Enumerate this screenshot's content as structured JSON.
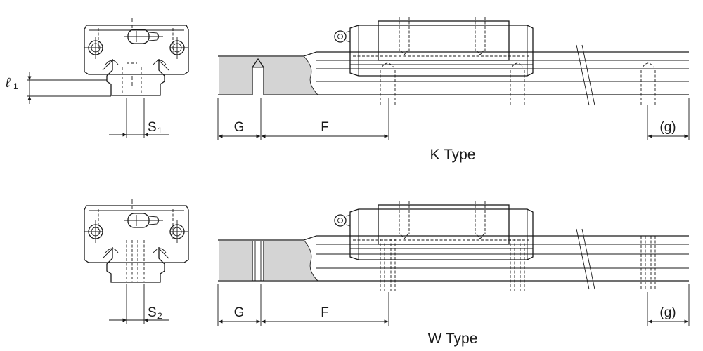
{
  "diagrams": [
    {
      "id": "k",
      "type_label": "K Type",
      "section": {
        "height_label": "ℓ",
        "height_sub": "1",
        "offset_label": "S",
        "offset_sub": "1"
      },
      "side": {
        "start_label": "G",
        "pitch_label": "F",
        "end_label": "(g)"
      }
    },
    {
      "id": "w",
      "type_label": "W Type",
      "section": {
        "offset_label": "S",
        "offset_sub": "2"
      },
      "side": {
        "start_label": "G",
        "pitch_label": "F",
        "end_label": "(g)"
      }
    }
  ],
  "colors": {
    "line": "#1a1a1a",
    "hatch_fill": "#d4d4d4",
    "background": "#ffffff"
  }
}
